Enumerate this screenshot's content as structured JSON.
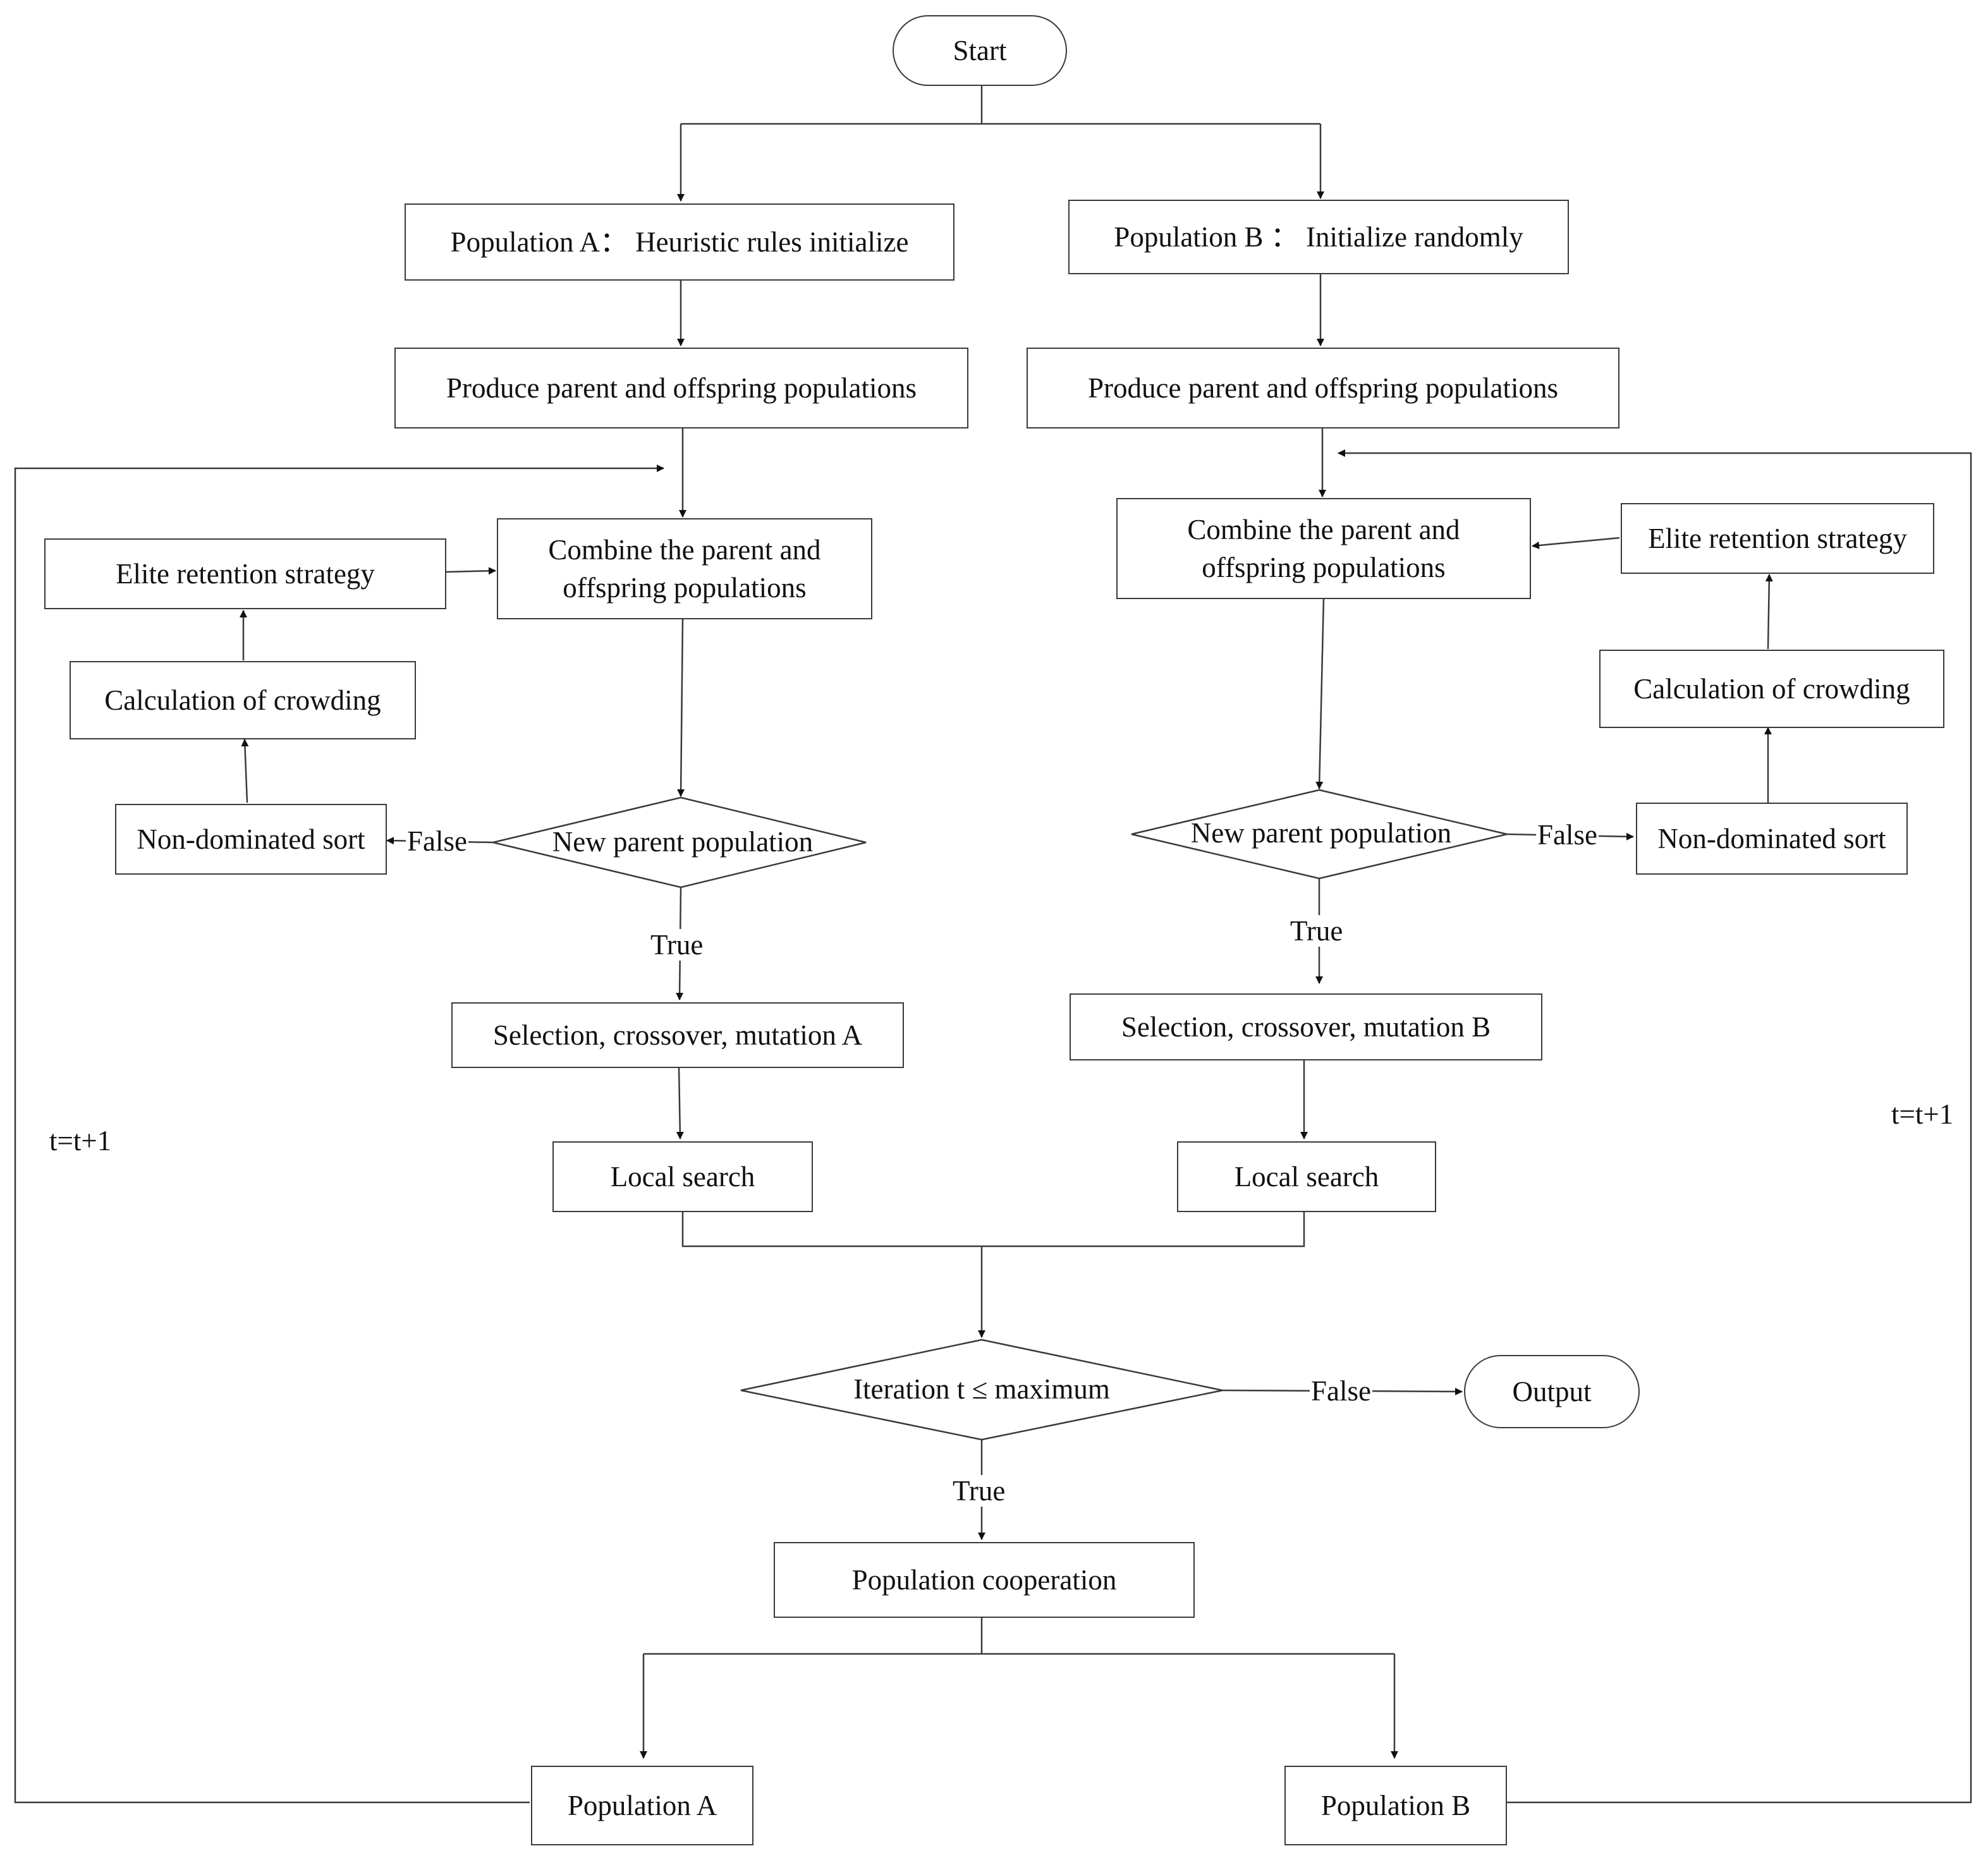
{
  "nodes": {
    "start": "Start",
    "pop_a_init": "Population A： Heuristic rules initialize",
    "pop_b_init": "Population B ： Initialize randomly",
    "produce_a": "Produce parent and offspring populations",
    "produce_b": "Produce parent and offspring populations",
    "combine_a": "Combine the parent and\noffspring populations",
    "combine_b": "Combine the parent and\noffspring populations",
    "elite_a": "Elite retention strategy",
    "elite_b": "Elite retention strategy",
    "crowding_a": "Calculation of crowding",
    "crowding_b": "Calculation of crowding",
    "nondom_a": "Non-dominated sort",
    "nondom_b": "Non-dominated sort",
    "newparent_a": "New parent population",
    "newparent_b": "New parent population",
    "selection_a": "Selection, crossover, mutation A",
    "selection_b": "Selection, crossover, mutation B",
    "local_a": "Local search",
    "local_b": "Local search",
    "iteration": "Iteration t ≤ maximum",
    "output": "Output",
    "cooperation": "Population cooperation",
    "pop_a": "Population A",
    "pop_b": "Population B"
  },
  "labels": {
    "false_a": "False",
    "false_b": "False",
    "true_a": "True",
    "true_b": "True",
    "false_iter": "False",
    "true_iter": "True",
    "loop_a": "t=t+1",
    "loop_b": "t=t+1"
  },
  "colors": {
    "line": "#3a3a3a",
    "box_border": "#3a3a3a",
    "text": "#111111",
    "background": "#ffffff"
  }
}
